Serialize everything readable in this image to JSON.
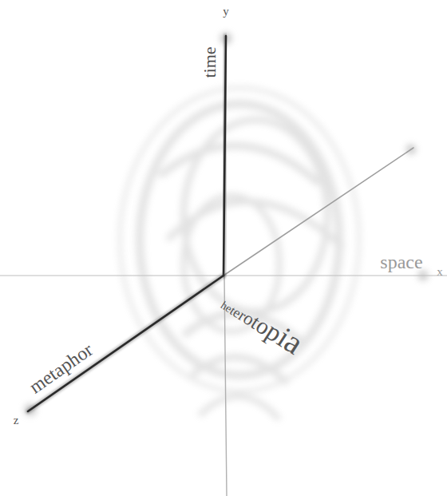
{
  "diagram": {
    "labels": [
      "y",
      "time",
      "space",
      "x",
      "metaphor",
      "z",
      "heterotopia"
    ]
  }
}
